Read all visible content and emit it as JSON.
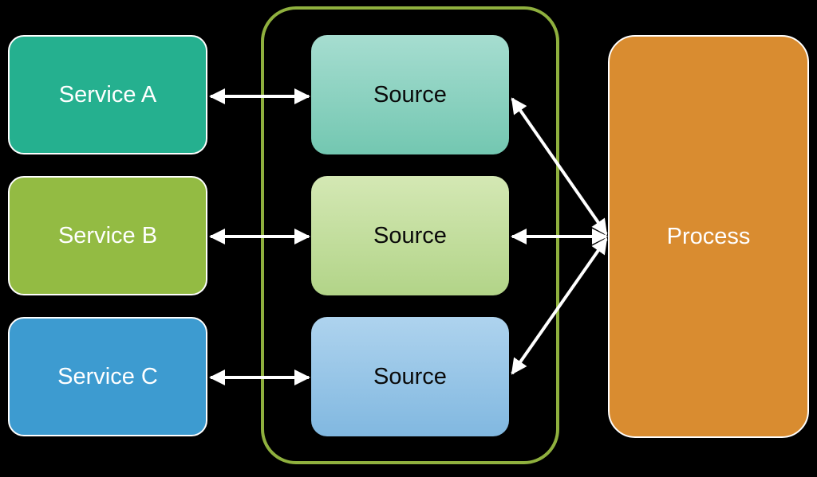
{
  "services": [
    {
      "label": "Service A"
    },
    {
      "label": "Service B"
    },
    {
      "label": "Service C"
    }
  ],
  "sources": [
    {
      "label": "Source"
    },
    {
      "label": "Source"
    },
    {
      "label": "Source"
    }
  ],
  "process": {
    "label": "Process"
  },
  "colors": {
    "background": "#000000",
    "group_frame": "#8fb03e",
    "service_a": "#25b08f",
    "service_b": "#93bb43",
    "service_c": "#3d9bd0",
    "process": "#d98c30",
    "arrow": "#ffffff"
  }
}
